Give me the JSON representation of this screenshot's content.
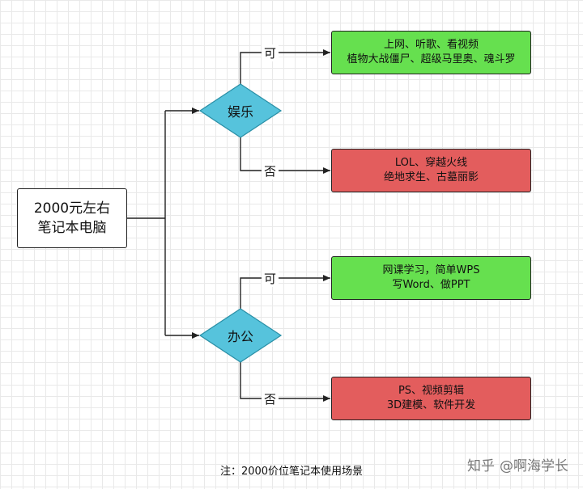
{
  "root": {
    "line1": "2000元左右",
    "line2": "笔记本电脑"
  },
  "decisions": [
    {
      "label": "娱乐"
    },
    {
      "label": "办公"
    }
  ],
  "edge_labels": {
    "yes": "可",
    "no": "否"
  },
  "leaves": [
    {
      "line1": "上网、听歌、看视频",
      "line2": "植物大战僵尸、超级马里奥、魂斗罗",
      "color": "#66e04f"
    },
    {
      "line1": "LOL、穿越火线",
      "line2": "绝地求生、古墓丽影",
      "color": "#e35d5d"
    },
    {
      "line1": "网课学习，简单WPS",
      "line2": "写Word、做PPT",
      "color": "#66e04f"
    },
    {
      "line1": "PS、视频剪辑",
      "line2": "3D建模、软件开发",
      "color": "#e35d5d"
    }
  ],
  "caption": "注：2000价位笔记本使用场景",
  "watermark": {
    "site": "知乎",
    "author": "@啊海学长"
  },
  "colors": {
    "diamond": "#56c3dc",
    "line": "#222222"
  }
}
